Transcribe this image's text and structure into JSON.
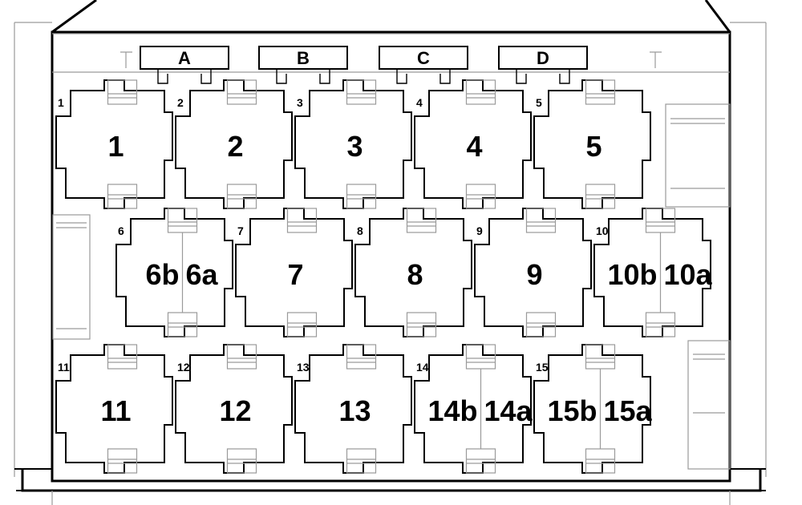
{
  "connectors": [
    "A",
    "B",
    "C",
    "D"
  ],
  "rows": [
    {
      "slots": [
        {
          "num": "1",
          "labels": [
            "1"
          ]
        },
        {
          "num": "2",
          "labels": [
            "2"
          ]
        },
        {
          "num": "3",
          "labels": [
            "3"
          ]
        },
        {
          "num": "4",
          "labels": [
            "4"
          ]
        },
        {
          "num": "5",
          "labels": [
            "5"
          ]
        }
      ]
    },
    {
      "slots": [
        {
          "num": "6",
          "labels": [
            "6b",
            "6a"
          ]
        },
        {
          "num": "7",
          "labels": [
            "7"
          ]
        },
        {
          "num": "8",
          "labels": [
            "8"
          ]
        },
        {
          "num": "9",
          "labels": [
            "9"
          ]
        },
        {
          "num": "10",
          "labels": [
            "10b",
            "10a"
          ]
        }
      ]
    },
    {
      "slots": [
        {
          "num": "11",
          "labels": [
            "11"
          ]
        },
        {
          "num": "12",
          "labels": [
            "12"
          ]
        },
        {
          "num": "13",
          "labels": [
            "13"
          ]
        },
        {
          "num": "14",
          "labels": [
            "14b",
            "14a"
          ]
        },
        {
          "num": "15",
          "labels": [
            "15b",
            "15a"
          ]
        }
      ]
    }
  ]
}
